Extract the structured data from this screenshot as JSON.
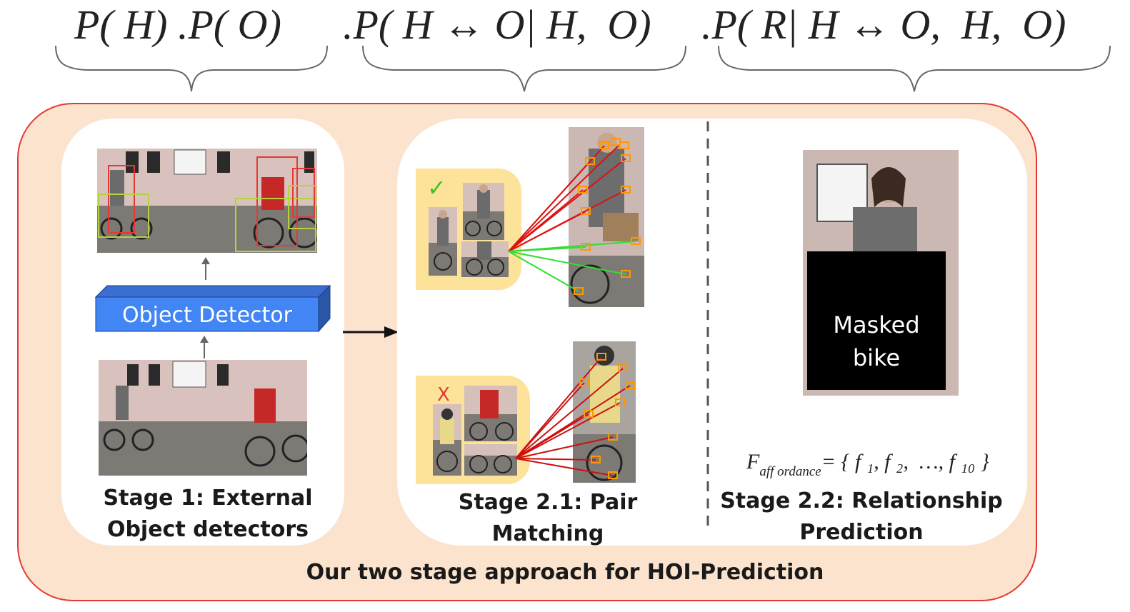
{
  "equation": {
    "term1": "P( H) .P( O)",
    "term2": ".P( H ↔ O| H,  O)",
    "term3": ".P( R| H ↔ O,  H,  O)"
  },
  "stage1": {
    "detector_label": "Object Detector",
    "label_line1": "Stage 1: External",
    "label_line2": "Object detectors"
  },
  "stage21": {
    "check_mark": "✓",
    "cross_mark": "X",
    "label_line1": "Stage 2.1: Pair",
    "label_line2": "Matching"
  },
  "stage22": {
    "masked_line1": "Masked",
    "masked_line2": "bike",
    "formula_F": "F",
    "formula_sub": "aff ordance",
    "formula_rhs": "= { f ₁, f ₂,  …, f ₁₀ }",
    "label_line1": "Stage 2.2: Relationship",
    "label_line2": "Prediction"
  },
  "caption": "Our two stage approach for HOI-Prediction",
  "colors": {
    "outer_fill": "#fbe3cd",
    "outer_border": "#e53935",
    "detector_blue": "#4285f4",
    "tan_panel": "#fde39a",
    "keypoint_orange": "#ff9800",
    "match_green": "#33dd33",
    "match_red": "#dd1111"
  }
}
